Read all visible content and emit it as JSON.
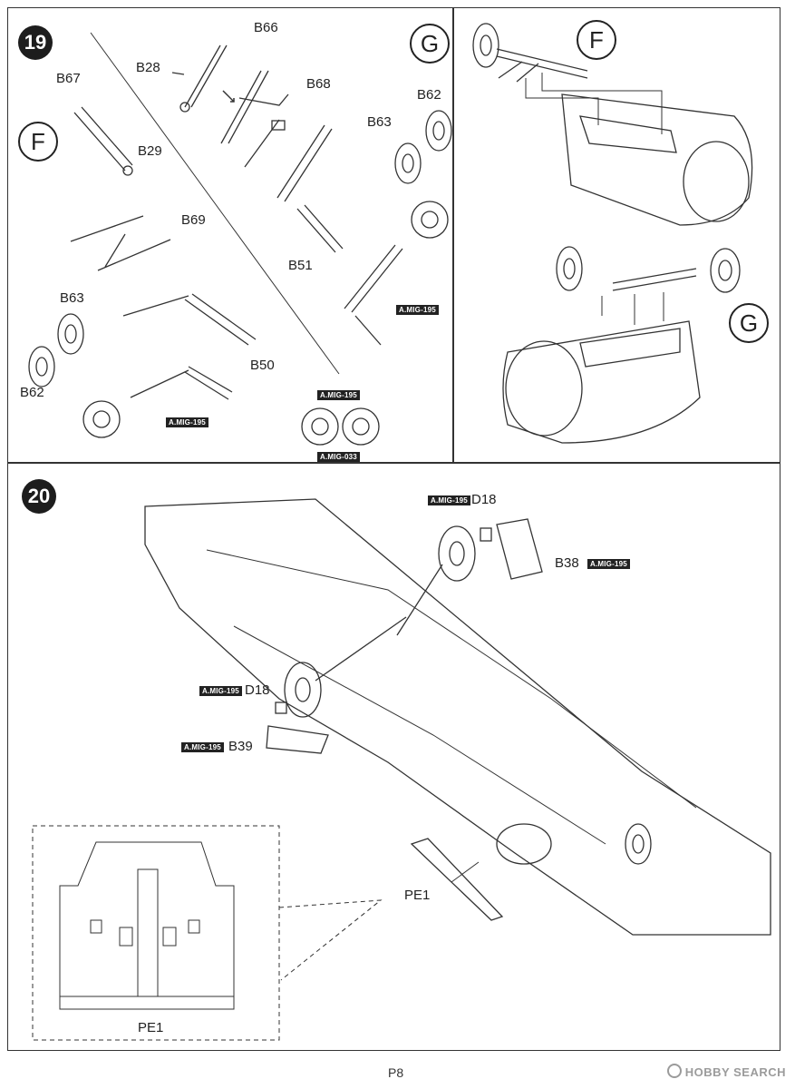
{
  "steps": {
    "step19": {
      "number": "19"
    },
    "step20": {
      "number": "20"
    }
  },
  "callouts": {
    "F": "F",
    "G": "G"
  },
  "parts": {
    "B66": "B66",
    "B28": "B28",
    "B68": "B68",
    "B67": "B67",
    "B29": "B29",
    "B62": "B62",
    "B63": "B63",
    "B69": "B69",
    "B51": "B51",
    "B50": "B50",
    "D18": "D18",
    "B38": "B38",
    "B39": "B39",
    "PE1": "PE1"
  },
  "paint_codes": {
    "mig195": "A.MIG-195",
    "mig033": "A.MIG-033"
  },
  "page": {
    "number": "P8"
  },
  "watermark": {
    "text": "HOBBY SEARCH",
    "icon": "hobbysearch-logo-icon"
  }
}
